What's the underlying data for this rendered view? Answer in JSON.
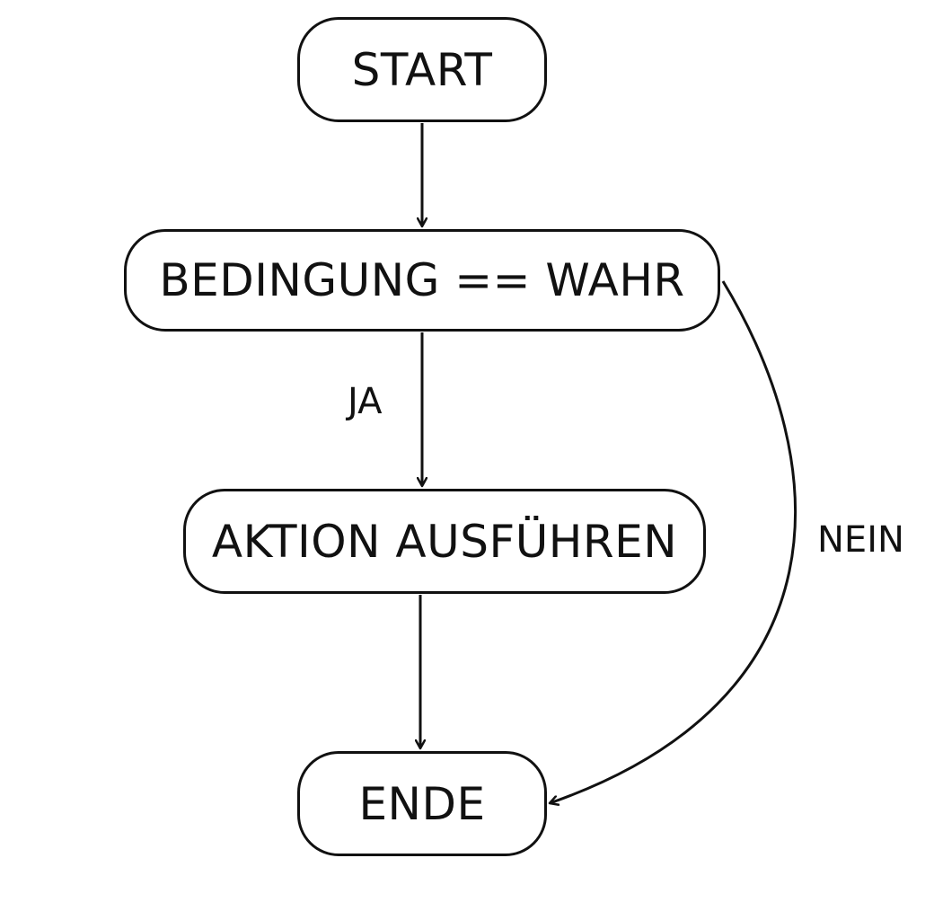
{
  "nodes": {
    "start": "START",
    "condition": "BEDINGUNG == WAHR",
    "action": "AKTION AUSFÜHREN",
    "end": "ENDE"
  },
  "edges": {
    "yes_label": "JA",
    "no_label": "NEIN"
  },
  "colors": {
    "stroke": "#111111",
    "background": "#ffffff"
  }
}
